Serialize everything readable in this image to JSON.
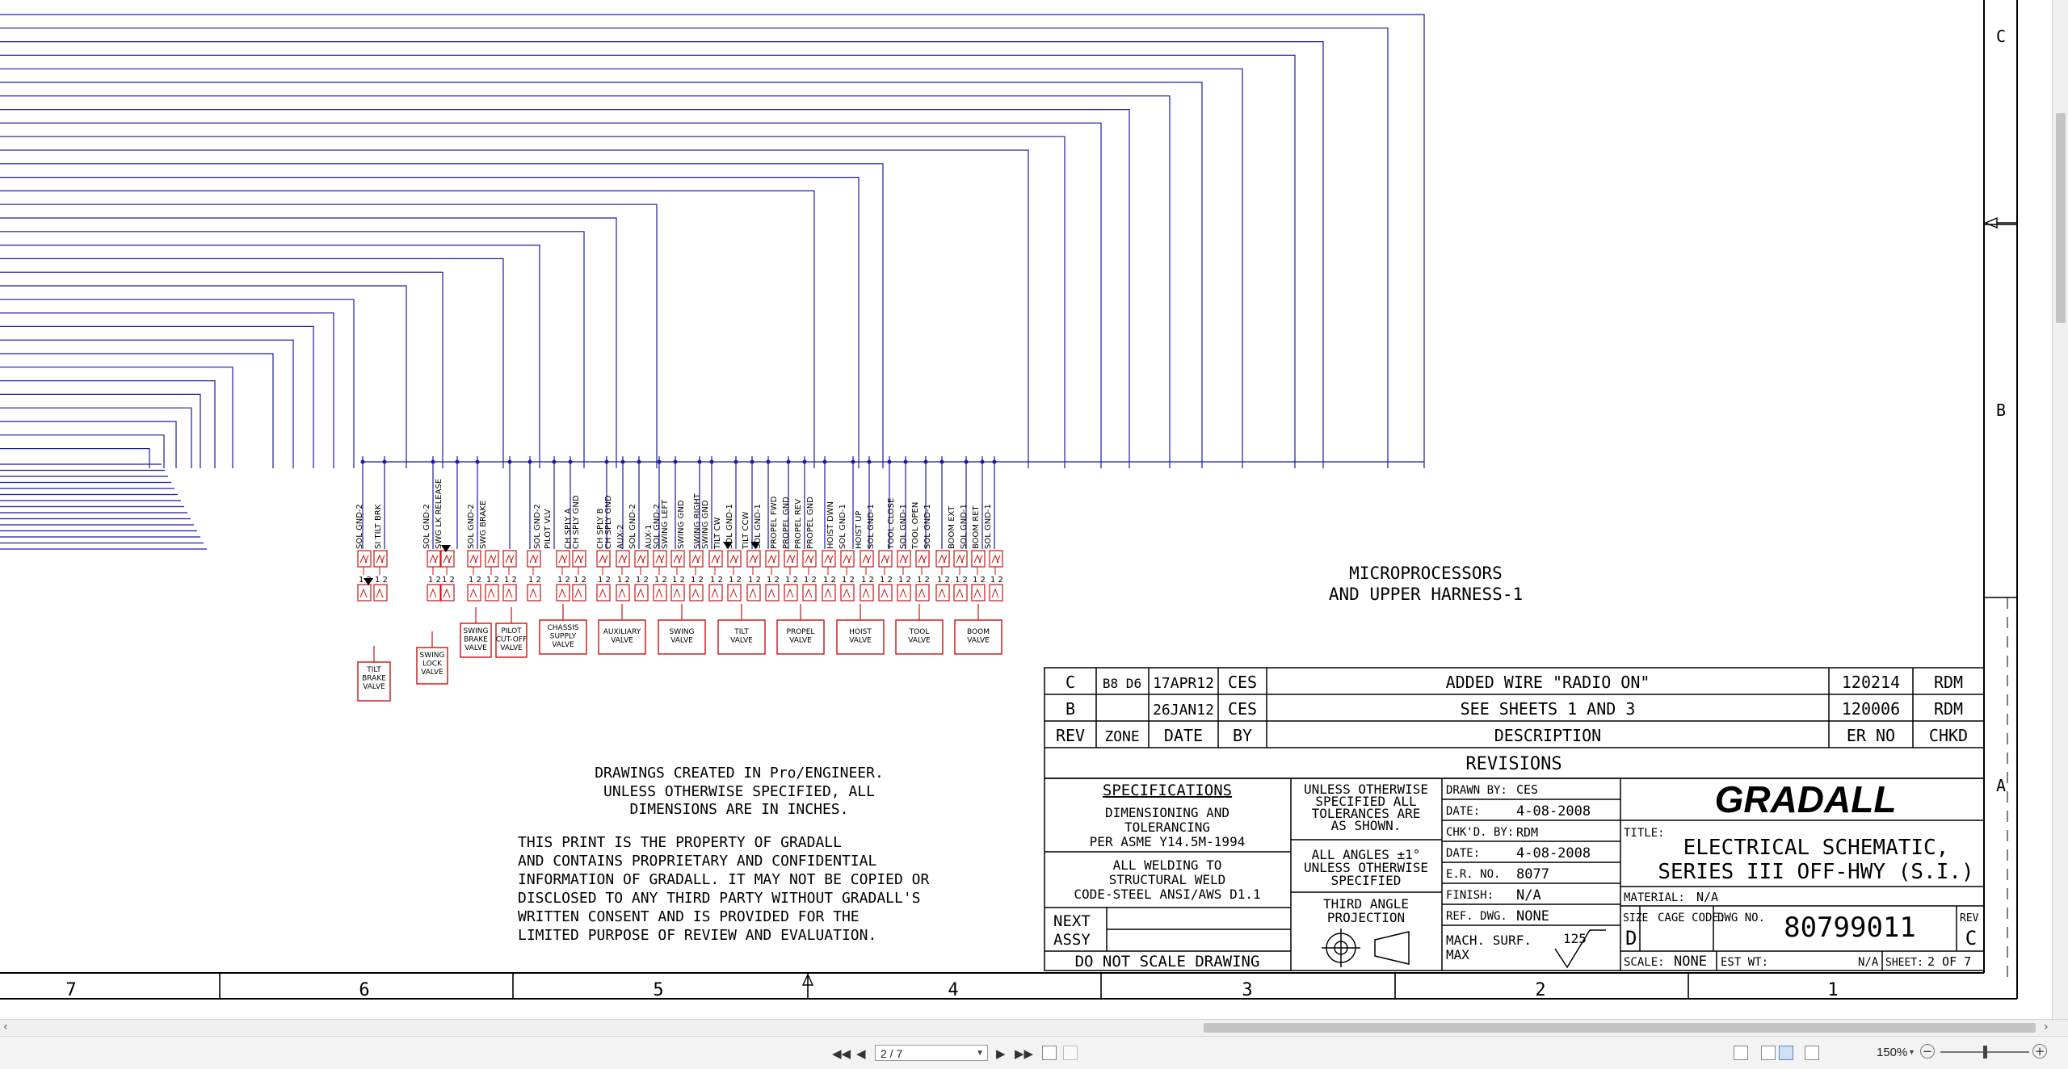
{
  "drawing": {
    "pin_label": "1 2",
    "wire_labels": [
      "SOL GND-2",
      "SI TILT BRK",
      "SOL GND-2",
      "SWG LK RELEASE",
      "SOL GND-2",
      "SWG BRAKE",
      "SOL GND-2",
      "PILOT VLV",
      "CH SPLY A",
      "CH SPLY GND",
      "CH SPLY B",
      "CH SPLY GND",
      "AUX-2",
      "SOL GND-2",
      "AUX-1",
      "SOL GND-2",
      "SWING LEFT",
      "SWING GND",
      "SWING RIGHT",
      "SWING GND",
      "TILT CW",
      "SOL GND-1",
      "TILT CCW",
      "SOL GND-1",
      "PROPEL FWD",
      "PROPEL GND",
      "PROPEL REV",
      "PROPEL GND",
      "HOIST DWN",
      "SOL GND-1",
      "HOIST UP",
      "SOL GND-1",
      "TOOL CLOSE",
      "SOL GND-1",
      "TOOL OPEN",
      "SOL GND-1",
      "BOOM EXT",
      "SOL GND-1",
      "BOOM RET",
      "SOL GND-1"
    ],
    "valves": [
      {
        "lines": [
          "TILT",
          "BRAKE",
          "VALVE"
        ]
      },
      {
        "lines": [
          "SWING",
          "LOCK",
          "VALVE"
        ]
      },
      {
        "lines": [
          "SWING",
          "BRAKE",
          "VALVE"
        ]
      },
      {
        "lines": [
          "PILOT",
          "CUT-OFF",
          "VALVE"
        ]
      },
      {
        "lines": [
          "CHASSIS",
          "SUPPLY",
          "VALVE"
        ]
      },
      {
        "lines": [
          "AUXILIARY",
          "VALVE"
        ]
      },
      {
        "lines": [
          "SWING",
          "VALVE"
        ]
      },
      {
        "lines": [
          "TILT",
          "VALVE"
        ]
      },
      {
        "lines": [
          "PROPEL",
          "VALVE"
        ]
      },
      {
        "lines": [
          "HOIST",
          "VALVE"
        ]
      },
      {
        "lines": [
          "TOOL",
          "VALVE"
        ]
      },
      {
        "lines": [
          "BOOM",
          "VALVE"
        ]
      }
    ],
    "section_title": [
      "MICROPROCESSORS",
      "AND UPPER HARNESS-1"
    ],
    "zones_right": [
      "C",
      "B",
      "A"
    ],
    "zones_bottom": [
      "7",
      "6",
      "5",
      "4",
      "3",
      "2",
      "1"
    ],
    "notes_created": [
      "DRAWINGS CREATED IN Pro/ENGINEER.",
      "UNLESS OTHERWISE SPECIFIED, ALL",
      "DIMENSIONS ARE IN INCHES."
    ],
    "notes_property": [
      "THIS PRINT IS THE PROPERTY OF GRADALL",
      "AND CONTAINS PROPRIETARY AND CONFIDENTIAL",
      "INFORMATION OF GRADALL. IT MAY NOT BE COPIED OR",
      "DISCLOSED TO ANY THIRD PARTY WITHOUT GRADALL'S",
      "WRITTEN CONSENT AND IS PROVIDED FOR THE",
      "LIMITED PURPOSE OF REVIEW AND EVALUATION."
    ]
  },
  "revisions": {
    "rows": [
      {
        "rev": "C",
        "zone": "B8 D6",
        "date": "17APR12",
        "by": "CES",
        "description": "ADDED WIRE \"RADIO ON\"",
        "er_no": "120214",
        "chkd": "RDM"
      },
      {
        "rev": "B",
        "zone": "",
        "date": "26JAN12",
        "by": "CES",
        "description": "SEE SHEETS 1 AND 3",
        "er_no": "120006",
        "chkd": "RDM"
      }
    ],
    "headers": {
      "rev": "REV",
      "zone": "ZONE",
      "date": "DATE",
      "by": "BY",
      "description": "DESCRIPTION",
      "er_no": "ER NO",
      "chkd": "CHKD"
    },
    "title": "REVISIONS"
  },
  "title_block": {
    "specifications": "SPECIFICATIONS",
    "spec_dim": [
      "DIMENSIONING AND",
      "TOLERANCING",
      "PER ASME Y14.5M-1994"
    ],
    "spec_weld": [
      "ALL WELDING TO",
      "STRUCTURAL WELD",
      "CODE-STEEL ANSI/AWS D1.1"
    ],
    "next_assy": [
      "NEXT",
      "ASSY"
    ],
    "do_not_scale": "DO NOT SCALE DRAWING",
    "tolerances": [
      "UNLESS OTHERWISE",
      "SPECIFIED ALL",
      "TOLERANCES ARE",
      "AS SHOWN."
    ],
    "angles": [
      "ALL ANGLES ±1°",
      "UNLESS OTHERWISE",
      "SPECIFIED"
    ],
    "third_angle": [
      "THIRD ANGLE",
      "PROJECTION"
    ],
    "drawn_by_label": "DRAWN BY:",
    "drawn_by": "CES",
    "date_label": "DATE:",
    "date1": "4-08-2008",
    "chkd_by_label": "CHK'D. BY:",
    "chkd_by": "RDM",
    "date2": "4-08-2008",
    "er_no_label": "E.R. NO.",
    "er_no": "8077",
    "finish_label": "FINISH:",
    "finish": "N/A",
    "ref_dwg_label": "REF. DWG.",
    "ref_dwg": "NONE",
    "mach_surf": [
      "MACH. SURF.",
      "MAX"
    ],
    "mach_value": "125",
    "company": "GRADALL",
    "title_label": "TITLE:",
    "title_lines": [
      "ELECTRICAL SCHEMATIC,",
      "SERIES III OFF-HWY (S.I.)"
    ],
    "material_label": "MATERIAL:",
    "material": "N/A",
    "size_label": "SIZE",
    "size": "D",
    "cage_code_label": "CAGE CODE:",
    "dwg_no_label": "DWG NO.",
    "dwg_no": "80799011",
    "rev_label": "REV",
    "rev": "C",
    "scale_label": "SCALE:",
    "scale": "NONE",
    "est_wt_label": "EST WT:",
    "est_wt": "N/A",
    "sheet_label": "SHEET:",
    "sheet": "2 OF 7"
  },
  "viewer": {
    "page_indicator": "2 / 7",
    "zoom": "150%",
    "first_icon": "first-page-icon",
    "prev_icon": "prev-page-icon",
    "next_icon": "next-page-icon",
    "last_icon": "last-page-icon"
  },
  "colors": {
    "wire": "#1a1aa8",
    "valve": "#cc1111",
    "border": "#000000"
  }
}
